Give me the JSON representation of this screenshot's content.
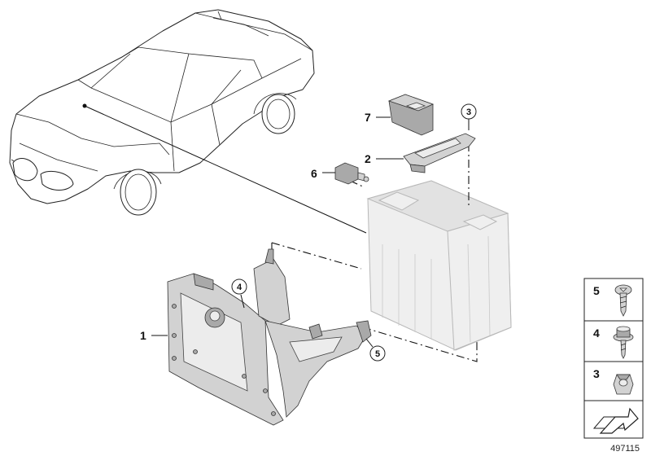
{
  "callouts": [
    {
      "id": "1",
      "label": "1",
      "circled": false
    },
    {
      "id": "2",
      "label": "2",
      "circled": false
    },
    {
      "id": "3",
      "label": "3",
      "circled": true
    },
    {
      "id": "4",
      "label": "4",
      "circled": true
    },
    {
      "id": "5",
      "label": "5",
      "circled": true
    },
    {
      "id": "6",
      "label": "6",
      "circled": false
    },
    {
      "id": "7",
      "label": "7",
      "circled": false
    }
  ],
  "hardware_legend": [
    {
      "label": "5",
      "icon": "screw-icon"
    },
    {
      "label": "4",
      "icon": "bolt-with-washer-icon"
    },
    {
      "label": "3",
      "icon": "hex-nut-icon"
    }
  ],
  "legend_footer_icon": "arrow-symbol-icon",
  "diagram_id": "497115"
}
